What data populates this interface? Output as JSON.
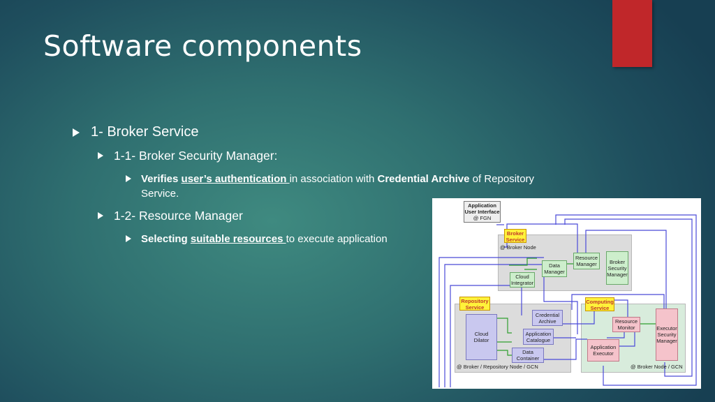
{
  "slide": {
    "title": "Software components",
    "bullets": {
      "broker": "1- Broker Service",
      "security_manager": "1-1- Broker Security Manager:",
      "verifies": {
        "bold1": "Verifies ",
        "underline": "user’s authentication ",
        "mid": "in association with ",
        "bold2": "Credential Archive",
        "tail": " of Repository Service."
      },
      "resource_manager": "1-2- Resource Manager",
      "selecting": {
        "bold1": "Selecting ",
        "underline": "suitable resources ",
        "tail": "to execute application"
      }
    }
  },
  "diagram": {
    "app_ui": [
      "Application",
      "User Interface",
      "@ FGN"
    ],
    "broker_tag": [
      "Broker",
      "Service"
    ],
    "broker_node": "@ Broker Node",
    "resource_manager": [
      "Resource",
      "Manager"
    ],
    "data_manager": [
      "Data",
      "Manager"
    ],
    "broker_security_manager": [
      "Broker",
      "Security",
      "Manager"
    ],
    "cloud_integrator": [
      "Cloud",
      "Integrator"
    ],
    "repository_tag": [
      "Repository",
      "Service"
    ],
    "credential_archive": [
      "Credential",
      "Archive"
    ],
    "cloud_dilator": [
      "Cloud",
      "Dilator"
    ],
    "application_catalogue": [
      "Application",
      "Catalogue"
    ],
    "data_container": [
      "Data",
      "Container"
    ],
    "repository_node": "@ Broker / Repository Node / GCN",
    "computing_tag": [
      "Computing",
      "Service"
    ],
    "resource_monitor": [
      "Resource",
      "Monitor"
    ],
    "executor_security_manager": [
      "Executor",
      "Security",
      "Manager"
    ],
    "application_executor": [
      "Application",
      "Executor"
    ],
    "computing_node": "@ Broker Node / GCN",
    "colors": {
      "red_tab": "#c0272a",
      "lines": "#4a4ad8",
      "green_lines": "#2e9e2e",
      "resource_green": "#cdeecc",
      "repo_blue": "#c9c8ef",
      "exec_pink": "#f5c3cb"
    }
  }
}
